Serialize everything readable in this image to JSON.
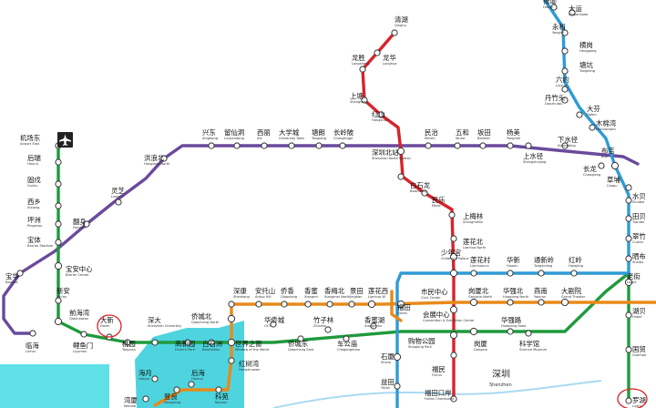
{
  "colors": {
    "line1": "#1f9a3d",
    "line2": "#e88a1a",
    "line3": "#2f9bd6",
    "line4": "#d8232a",
    "line5": "#6a4a9c",
    "sea": "#5ee0e6",
    "bay": "#4ed4de",
    "highlight": "#d8232a"
  },
  "district": {
    "zh": "深圳",
    "en": "Shenzhen"
  },
  "airport_icon": "airplane-icon",
  "stations": [
    {
      "id": "qinghu",
      "zh": "清湖",
      "en": "Qinghu"
    },
    {
      "id": "longsheng",
      "zh": "龙胜",
      "en": "Longsheng"
    },
    {
      "id": "longhua",
      "zh": "龙华",
      "en": "Longhua"
    },
    {
      "id": "shangtang",
      "zh": "上塘",
      "en": "Shangtang"
    },
    {
      "id": "hongshan",
      "zh": "红山",
      "en": "Hongshan"
    },
    {
      "id": "baishilong",
      "zh": "白石龙",
      "en": "Baishilong"
    },
    {
      "id": "minle",
      "zh": "民乐",
      "en": "Minle"
    },
    {
      "id": "shangmeilin",
      "zh": "上梅林",
      "en": "Shangmeilin"
    },
    {
      "id": "lianhuanorth",
      "zh": "莲花北",
      "en": "Lianhua North"
    },
    {
      "id": "childrens",
      "zh": "少年宫",
      "en": "Children's Palace"
    },
    {
      "id": "civic",
      "zh": "市民中心",
      "en": "Civic Center"
    },
    {
      "id": "convention",
      "zh": "会展中心",
      "en": "Convention & Exhibition Center"
    },
    {
      "id": "shoppingpark",
      "zh": "购物公园",
      "en": "Shopping Park"
    },
    {
      "id": "futian",
      "zh": "福田",
      "en": "Futian"
    },
    {
      "id": "fumin",
      "zh": "福民",
      "en": "Fumin"
    },
    {
      "id": "checkpoint",
      "zh": "福田口岸",
      "en": "Futian Checkpoint"
    },
    {
      "id": "shixia",
      "zh": "石厦",
      "en": "Shixia"
    },
    {
      "id": "yitian",
      "zh": "益田",
      "en": "Yitian"
    },
    {
      "id": "airporteast",
      "zh": "机场东",
      "en": "Airport East"
    },
    {
      "id": "hourui",
      "zh": "后瑞",
      "en": "Hourui"
    },
    {
      "id": "gushu",
      "zh": "固戍",
      "en": "Gushu"
    },
    {
      "id": "xixiang",
      "zh": "西乡",
      "en": "Xixiang"
    },
    {
      "id": "pingzhou",
      "zh": "坪洲",
      "en": "Pingzhou"
    },
    {
      "id": "baoti",
      "zh": "宝体",
      "en": "Bao'an Stadium"
    },
    {
      "id": "baoan",
      "zh": "宝安中心",
      "en": "Bao'an Center"
    },
    {
      "id": "baohua",
      "zh": "宝华",
      "en": "Baohua"
    },
    {
      "id": "xinan",
      "zh": "新安",
      "en": "Xin'an"
    },
    {
      "id": "qianhaiwan",
      "zh": "前海湾",
      "en": "Qianhaiwan"
    },
    {
      "id": "linhai",
      "zh": "临海",
      "en": "Linhai"
    },
    {
      "id": "liyumen",
      "zh": "鲤鱼门",
      "en": "Liyumen"
    },
    {
      "id": "daxin",
      "zh": "大新",
      "en": "Daxin"
    },
    {
      "id": "taoyuan",
      "zh": "桃园",
      "en": "Taoyuan"
    },
    {
      "id": "shenda",
      "zh": "深大",
      "en": "Shenzhen University"
    },
    {
      "id": "hitech",
      "zh": "高新园",
      "en": "Hi-tech Park"
    },
    {
      "id": "baishizhou",
      "zh": "白石洲",
      "en": "Baishizhou"
    },
    {
      "id": "qiaochengnorth",
      "zh": "侨城北",
      "en": "Qiaocheng North"
    },
    {
      "id": "window",
      "zh": "世界之窗",
      "en": "Window of the World"
    },
    {
      "id": "huaqiaocheng",
      "zh": "华侨城",
      "en": "OCT"
    },
    {
      "id": "qiaochengeast",
      "zh": "侨城东",
      "en": "Qiaocheng East"
    },
    {
      "id": "zhuzilin",
      "zh": "竹子林",
      "en": "Zhuzilin"
    },
    {
      "id": "chegongmiao",
      "zh": "车公庙",
      "en": "Chegongmiao"
    },
    {
      "id": "xiangmihu",
      "zh": "香蜜湖",
      "en": "Xiangmihu"
    },
    {
      "id": "gangxia",
      "zh": "岗厦",
      "en": "Gangxia"
    },
    {
      "id": "huaqianglu",
      "zh": "华强路",
      "en": "Huaqiang Road"
    },
    {
      "id": "sciencemuseum",
      "zh": "科学馆",
      "en": "Science Museum"
    },
    {
      "id": "hongshuwan",
      "zh": "红树湾",
      "en": "Hongshuwan"
    },
    {
      "id": "haiyue",
      "zh": "海月",
      "en": "Haiyue"
    },
    {
      "id": "houhai",
      "zh": "后海",
      "en": "Houhai"
    },
    {
      "id": "dengliang",
      "zh": "登良",
      "en": "Dengliang"
    },
    {
      "id": "kejiyuan",
      "zh": "科苑",
      "en": "Keyuan"
    },
    {
      "id": "wanxia",
      "zh": "湾厦",
      "en": "Wanxia"
    },
    {
      "id": "shenkang",
      "zh": "深康",
      "en": "Shenkang"
    },
    {
      "id": "antuohill",
      "zh": "安托山",
      "en": "Antuo Hill"
    },
    {
      "id": "qiaoxiang",
      "zh": "侨香",
      "en": "Qiaoxiang"
    },
    {
      "id": "xiangmi",
      "zh": "香蜜",
      "en": "Xiangmi"
    },
    {
      "id": "xiangmeinorth",
      "zh": "香梅北",
      "en": "Xiangmei North"
    },
    {
      "id": "jingtian",
      "zh": "景田",
      "en": "Jingtian"
    },
    {
      "id": "lianhuawest",
      "zh": "莲花西",
      "en": "Lianhua W"
    },
    {
      "id": "gangxianorth",
      "zh": "岗厦北",
      "en": "Gangxia North"
    },
    {
      "id": "huaqiangnorth",
      "zh": "华强北",
      "en": "Huaqiang North"
    },
    {
      "id": "yannan",
      "zh": "燕南",
      "en": "Yannan"
    },
    {
      "id": "grandtheater",
      "zh": "大剧院",
      "en": "Grand Theater"
    },
    {
      "id": "lianhuacun",
      "zh": "莲花村",
      "en": "Lianhuacun"
    },
    {
      "id": "huaxin",
      "zh": "华新",
      "en": "Huaxin"
    },
    {
      "id": "tongxinling",
      "zh": "通新岭",
      "en": "Tongxinling"
    },
    {
      "id": "hongling",
      "zh": "红岭",
      "en": "Hongling"
    },
    {
      "id": "laojie",
      "zh": "老街",
      "en": "Laojie"
    },
    {
      "id": "hubei",
      "zh": "湖贝",
      "en": "Hubei"
    },
    {
      "id": "guomao",
      "zh": "国贸",
      "en": "Guomao"
    },
    {
      "id": "luohu",
      "zh": "罗湖",
      "en": "Luohu"
    },
    {
      "id": "shaibu",
      "zh": "晒布",
      "en": "Shaibu"
    },
    {
      "id": "caopu",
      "zh": "草埔",
      "en": "Caopu"
    },
    {
      "id": "shuibei",
      "zh": "水贝",
      "en": "Shuibei"
    },
    {
      "id": "tianbei",
      "zh": "田贝",
      "en": "Tianbei"
    },
    {
      "id": "cuizhu",
      "zh": "翠竹",
      "en": "Cuizhu"
    },
    {
      "id": "buji",
      "zh": "布吉",
      "en": "Buji"
    },
    {
      "id": "changlong",
      "zh": "长龙",
      "en": "Changlong"
    },
    {
      "id": "xiashuijing",
      "zh": "下水径",
      "en": "Xiashuijing"
    },
    {
      "id": "shangshuijing",
      "zh": "上水径",
      "en": "Shangshuijing"
    },
    {
      "id": "yangmei",
      "zh": "杨美",
      "en": "Yangmei"
    },
    {
      "id": "bantian",
      "zh": "坂田",
      "en": "Bantian"
    },
    {
      "id": "wuhe",
      "zh": "五和",
      "en": "Wuhe"
    },
    {
      "id": "minzhi",
      "zh": "民治",
      "en": "Minzhi"
    },
    {
      "id": "shenzhennorth",
      "zh": "深圳北站",
      "en": "Shenzhen North Station"
    },
    {
      "id": "changlingpi",
      "zh": "长岭陂",
      "en": "Changlingpi"
    },
    {
      "id": "tanglang",
      "zh": "塘朗",
      "en": "Tanglang"
    },
    {
      "id": "universitytown",
      "zh": "大学城",
      "en": "University Town"
    },
    {
      "id": "xili",
      "zh": "西丽",
      "en": "Xili"
    },
    {
      "id": "liuxiandong",
      "zh": "留仙洞",
      "en": "Liuxiandong"
    },
    {
      "id": "xingdong",
      "zh": "兴东",
      "en": "Xingdong"
    },
    {
      "id": "honglangbei",
      "zh": "洪浪北",
      "en": "Honglang North"
    },
    {
      "id": "lingzhi",
      "zh": "灵芝",
      "en": "Lingzhi"
    },
    {
      "id": "fanshen",
      "zh": "翻身",
      "en": "Fanshen"
    },
    {
      "id": "hetao",
      "zh": "荷坳",
      "en": "Hetao"
    },
    {
      "id": "dayun",
      "zh": "大运",
      "en": "Universiade"
    },
    {
      "id": "yonghu",
      "zh": "永和",
      "en": "Yonghe"
    },
    {
      "id": "henggang",
      "zh": "横岗",
      "en": "Henggang"
    },
    {
      "id": "tangkeng",
      "zh": "塘坑",
      "en": "Tangkeng"
    },
    {
      "id": "liuyue",
      "zh": "六约",
      "en": "Liuyue"
    },
    {
      "id": "danzhutou",
      "zh": "丹竹头",
      "en": "Danzhutou"
    },
    {
      "id": "dafen",
      "zh": "大芬",
      "en": "Dafen"
    },
    {
      "id": "mumianwan",
      "zh": "木棉湾",
      "en": "Mumianwan"
    }
  ]
}
